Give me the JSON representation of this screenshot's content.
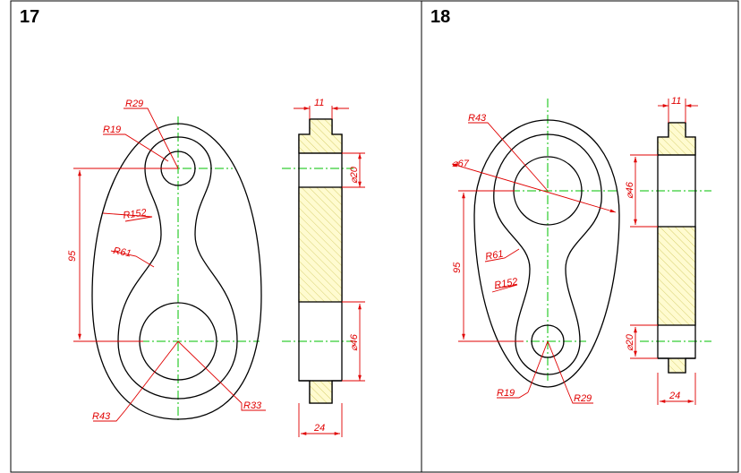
{
  "panels": [
    {
      "number": "17",
      "dims": {
        "r29": "R29",
        "r19": "R19",
        "r152": "R152",
        "r61": "R61",
        "r43": "R43",
        "r33": "R33",
        "d95": "95",
        "w11": "11",
        "d20": "⌀20",
        "d46": "⌀46",
        "w24": "24"
      }
    },
    {
      "number": "18",
      "dims": {
        "r43": "R43",
        "d67": "⌀67",
        "r61": "R61",
        "r152": "R152",
        "d95": "95",
        "r19": "R19",
        "r29": "R29",
        "w11": "11",
        "d46": "⌀46",
        "d20": "⌀20",
        "w24": "24"
      }
    }
  ],
  "colors": {
    "outline": "#000000",
    "dimension": "#e00000",
    "centerline": "#00c000",
    "hatch": "#fffbd0",
    "hatch_line": "#d8d070"
  }
}
